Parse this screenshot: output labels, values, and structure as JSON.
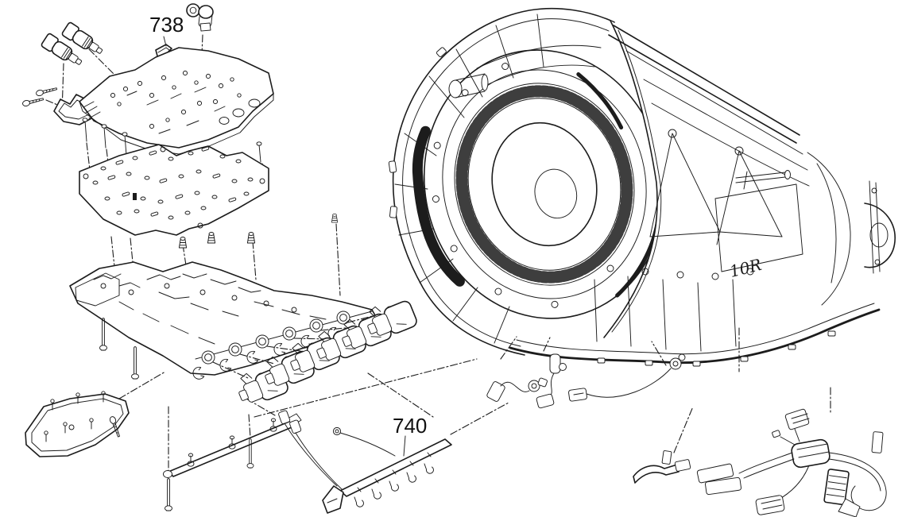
{
  "diagram": {
    "background_color": "#ffffff",
    "line_color": "#1c1c1c",
    "callouts": [
      {
        "id": "738",
        "label": "738"
      },
      {
        "id": "740",
        "label": "740"
      }
    ],
    "case_marking": {
      "label": "10R"
    }
  }
}
